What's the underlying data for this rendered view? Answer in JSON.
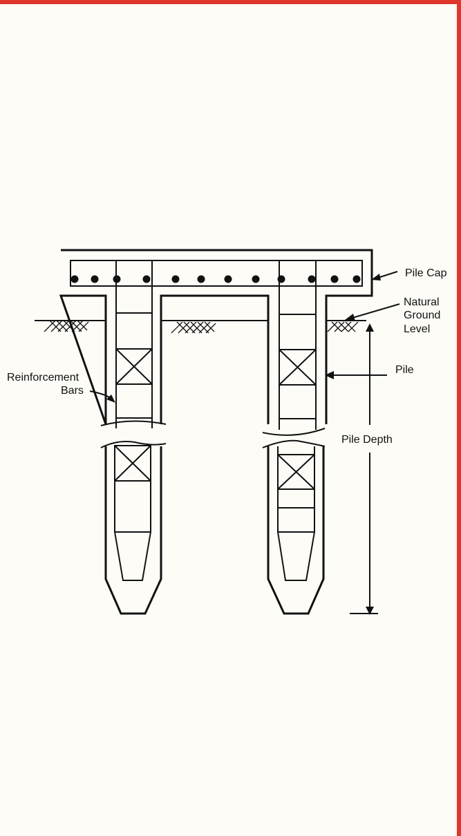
{
  "colors": {
    "border": "#e0362c",
    "ink": "#111111",
    "paper": "#fdfcf7"
  },
  "labels": {
    "pile_cap": "Pile Cap",
    "natural": "Natural",
    "ground": "Ground",
    "level": "Level",
    "pile": "Pile",
    "reinforcement": "Reinforcement",
    "bars": "Bars",
    "pile_depth": "Pile Depth"
  }
}
